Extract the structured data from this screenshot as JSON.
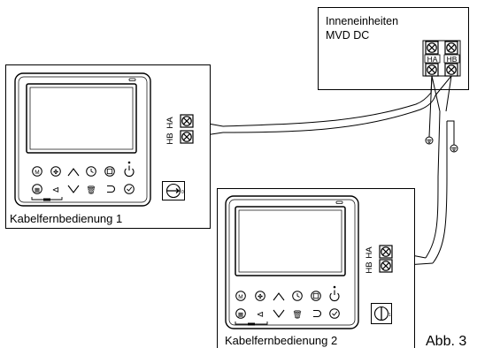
{
  "indoor_unit": {
    "title_line1": "Inneneinheiten",
    "title_line2": "MVD DC",
    "terminal_ha": "HA",
    "terminal_hb": "HB"
  },
  "controller1": {
    "label": "Kabelfernbedienung 1",
    "terminal_ha": "HA",
    "terminal_hb": "HB",
    "switch_mark": "0"
  },
  "controller2": {
    "label": "Kabelfernbedienung 2",
    "terminal_ha": "HA",
    "terminal_hb": "HB",
    "switch_mark": "1"
  },
  "figure_label": "Abb. 3",
  "buttons": {
    "top_row": [
      "mode",
      "fan",
      "up",
      "timer",
      "function",
      "power"
    ],
    "bottom_row": [
      "grid",
      "swing",
      "down",
      "delete",
      "back",
      "ok"
    ]
  }
}
